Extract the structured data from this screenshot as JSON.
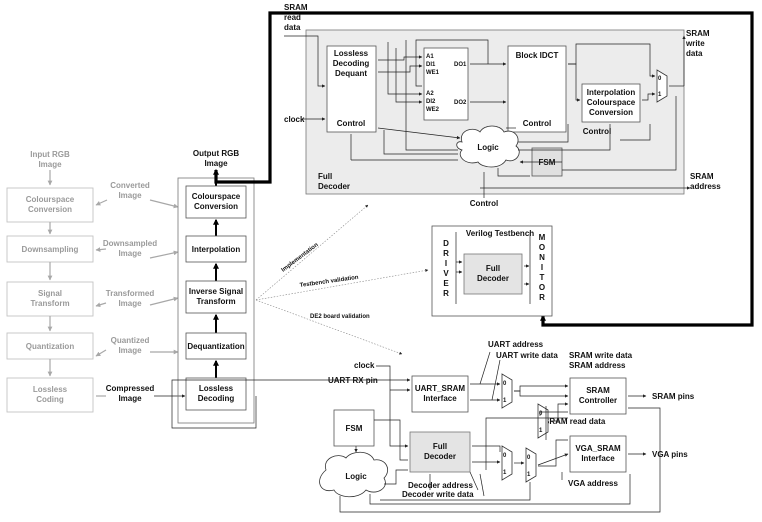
{
  "left_chain": [
    {
      "id": "input",
      "label": [
        "Input RGB",
        "Image"
      ]
    },
    {
      "id": "colourspace",
      "label": [
        "Colourspace",
        "Conversion"
      ]
    },
    {
      "id": "downsampling",
      "label": [
        "Downsampling"
      ]
    },
    {
      "id": "signal",
      "label": [
        "Signal",
        "Transform"
      ]
    },
    {
      "id": "quantization",
      "label": [
        "Quantization"
      ]
    },
    {
      "id": "lossless",
      "label": [
        "Lossless",
        "Coding"
      ]
    }
  ],
  "mid_labels": [
    {
      "id": "converted",
      "label": [
        "Converted",
        "Image"
      ]
    },
    {
      "id": "downsampled",
      "label": [
        "Downsampled",
        "Image"
      ]
    },
    {
      "id": "transformed",
      "label": [
        "Transformed",
        "Image"
      ]
    },
    {
      "id": "quantized",
      "label": [
        "Quantized",
        "Image"
      ]
    },
    {
      "id": "compressed",
      "label": [
        "Compressed",
        "Image"
      ]
    }
  ],
  "decode_chain": [
    {
      "id": "output",
      "label": [
        "Output RGB",
        "Image"
      ]
    },
    {
      "id": "colourspace",
      "label": [
        "Colourspace",
        "Conversion"
      ]
    },
    {
      "id": "interpolation",
      "label": [
        "Interpolation"
      ]
    },
    {
      "id": "inverse",
      "label": [
        "Inverse Signal",
        "Transform"
      ]
    },
    {
      "id": "dequantization",
      "label": [
        "Dequantization"
      ]
    },
    {
      "id": "lossless",
      "label": [
        "Lossless",
        "Decoding"
      ]
    }
  ],
  "branch_labels": {
    "implementation": "Implementation",
    "testbench": "Testbench validation",
    "de2": "DE2 board validation"
  },
  "full_decoder": {
    "title": [
      "Full",
      "Decoder"
    ],
    "sram_read": [
      "SRAM",
      "read",
      "data"
    ],
    "sram_write": [
      "SRAM",
      "write",
      "data"
    ],
    "clock": "clock",
    "sram_address": [
      "SRAM",
      "address"
    ],
    "control_bottom": "Control",
    "lossless_box": [
      "Lossless",
      "Decoding",
      "Dequant"
    ],
    "lossless_control": "Control",
    "ram_ports_left": [
      "A1",
      "DI1",
      "WE1",
      "A2",
      "DI2",
      "WE2"
    ],
    "ram_ports_right": [
      "DO1",
      "DO2"
    ],
    "idct_title": "Block IDCT",
    "idct_control": "Control",
    "interp_box": [
      "Interpolation",
      "Colourspace",
      "Conversion"
    ],
    "interp_control": "Control",
    "logic": "Logic",
    "fsm": "FSM",
    "mux_labels": [
      "0",
      "1"
    ]
  },
  "testbench": {
    "title": "Verilog Testbench",
    "driver": [
      "D",
      "R",
      "I",
      "V",
      "E",
      "R"
    ],
    "monitor": [
      "M",
      "O",
      "N",
      "I",
      "T",
      "O",
      "R"
    ],
    "full_decoder": [
      "Full",
      "Decoder"
    ]
  },
  "de2": {
    "clock": "clock",
    "uart_rx": "UART RX pin",
    "uart_address": "UART address",
    "uart_write_data": "UART write data",
    "sram_write_data": "SRAM write data",
    "sram_address": "SRAM address",
    "sram_read_data": "SRAM read data",
    "uart_sram": [
      "UART_SRAM",
      "Interface"
    ],
    "sram_controller": [
      "SRAM",
      "Controller"
    ],
    "sram_pins": "SRAM pins",
    "fsm": "FSM",
    "full_decoder": [
      "Full",
      "Decoder"
    ],
    "vga_sram": [
      "VGA_SRAM",
      "Interface"
    ],
    "vga_pins": "VGA pins",
    "vga_address": "VGA address",
    "logic": "Logic",
    "decoder_address": "Decoder address",
    "decoder_write_data": "Decoder write data",
    "mux_labels": [
      "0",
      "1"
    ]
  }
}
